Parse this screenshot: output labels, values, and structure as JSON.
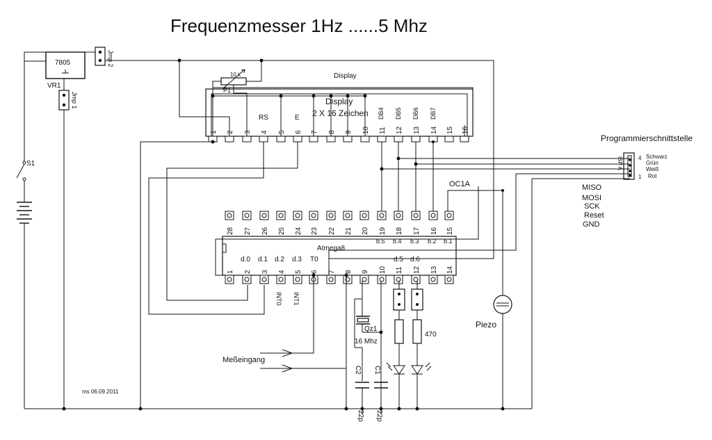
{
  "title": "Frequenzmesser 1Hz ......5 Mhz",
  "footer": "ms 06.09.2011",
  "regulator": {
    "part": "7805",
    "ref": "VR1"
  },
  "jumpers": {
    "jmp1": "Jmp 1",
    "jmp2": "Jmp 2"
  },
  "switch": {
    "ref": "S1"
  },
  "display": {
    "header": "Display",
    "label": "Display",
    "subtitle": "2 X 16 Zeichen",
    "pot_value": "10 k",
    "pot_ref": "P1",
    "pins": [
      "1",
      "2",
      "3",
      "4",
      "5",
      "6",
      "7",
      "8",
      "9",
      "10",
      "11",
      "12",
      "13",
      "14",
      "15",
      "16"
    ],
    "signals": {
      "rs": "RS",
      "e": "E",
      "db4": "DB4",
      "db5": "DB5",
      "db6": "DB6",
      "db7": "DB7"
    }
  },
  "mcu": {
    "name": "Atmega8",
    "top_pins": [
      "28",
      "27",
      "26",
      "25",
      "24",
      "23",
      "22",
      "21",
      "20",
      "19",
      "18",
      "17",
      "16",
      "15"
    ],
    "bottom_pins": [
      "1",
      "2",
      "3",
      "4",
      "5",
      "6",
      "7",
      "8",
      "9",
      "10",
      "11",
      "12",
      "13",
      "14"
    ],
    "top_labels": [
      "b.5",
      "b.4",
      "b.3",
      "b.2",
      "b.1"
    ],
    "bottom_labels": {
      "d0": "d.0",
      "d1": "d.1",
      "d2": "d.2",
      "d3": "d.3",
      "t0": "T0",
      "d5": "d.5",
      "d6": "d.6"
    },
    "int0": "INT0",
    "int1": "INT1"
  },
  "oc1a": "OC1A",
  "isp": {
    "title": "Programmierschnittstelle",
    "colors": [
      "Schwarz",
      "Grün",
      "Weiß",
      "Rot"
    ],
    "signals": [
      "MISO",
      "MOSI",
      "SCK",
      "Reset",
      "GND"
    ],
    "connector_label": "ISP A",
    "pin_top": "4",
    "pin_bottom": "1"
  },
  "crystal": {
    "ref": "Qz1",
    "freq": "16 Mhz"
  },
  "caps": [
    {
      "ref": "C2",
      "value": "22p"
    },
    {
      "ref": "C1",
      "value": "22p"
    }
  ],
  "resistor_value": "470",
  "piezo": "Piezo",
  "input": "Meßeingang"
}
